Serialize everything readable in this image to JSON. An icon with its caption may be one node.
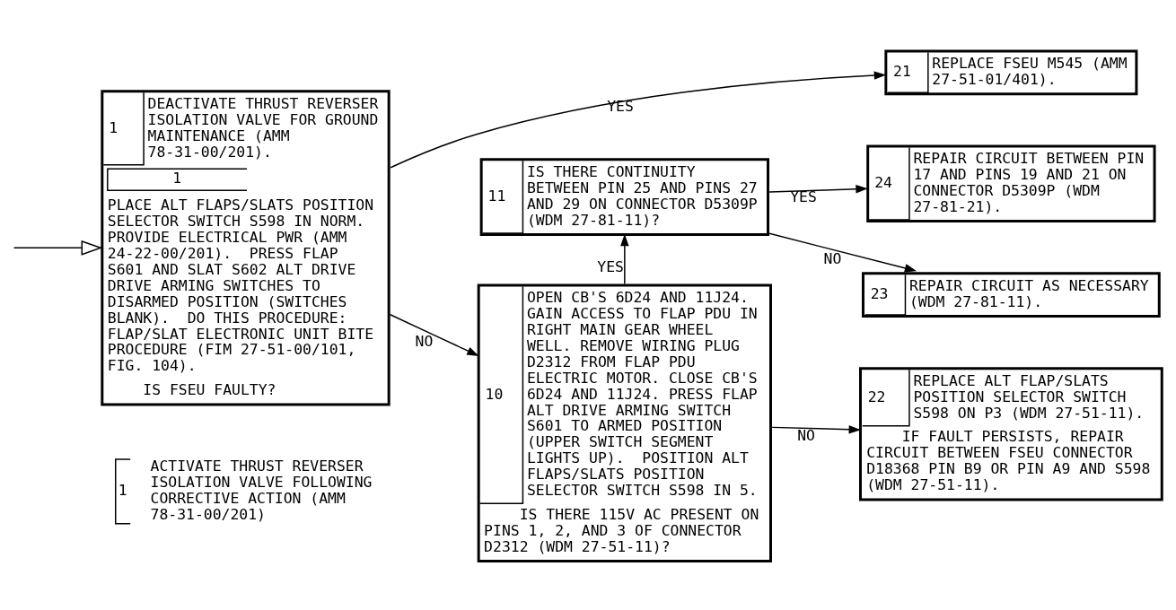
{
  "diagram": {
    "nodes": [
      {
        "text": [
          "1",
          "DEACTIVATE THRUST REVERSER ISOLATION VALVE FOR GROUND MAINTENANCE (AMM 78-31-00/201).",
          "1",
          "PLACE ALT FLAPS/SLATS POSITION SELECTOR SWITCH S598 IN NORM.  PROVIDE ELECTRICAL PWR (AMM 24-22-00/201).  PRESS FLAP S601 AND SLAT S602 ALT DRIVE DRIVE ARMING SWITCHES TO DISARMED POSITION (SWITCHES BLANK).  DO THIS PROCEDURE: FLAP/SLAT ELECTRONIC UNIT BITE PROCEDURE (FIM 27-51-00/101, FIG. 104).",
          "IS FSEU FAULTY?"
        ]
      },
      {
        "text": [
          "10",
          "OPEN CB'S 6D24 AND 11J24. GAIN ACCESS TO FLAP PDU IN RIGHT MAIN GEAR WHEEL WELL. REMOVE WIRING PLUG D2312 FROM FLAP PDU ELECTRIC MOTOR. CLOSE CB'S 6D24 AND 11J24. PRESS FLAP ALT DRIVE ARMING SWITCH S601 TO ARMED POSITION (UPPER SWITCH SEGMENT LIGHTS UP).  POSITION ALT FLAPS/SLATS POSITION SELECTOR SWITCH S598 IN 5.",
          "IS THERE 115V AC PRESENT ON PINS 1, 2, AND 3 OF CONNECTOR D2312 (WDM 27-51-11)?"
        ]
      },
      {
        "text": [
          "11",
          "IS THERE CONTINUITY BETWEEN PIN 25 AND PINS 27 AND 29 ON CONNECTOR D5309P (WDM 27-81-11)?"
        ]
      },
      {
        "text": [
          "21",
          "REPLACE FSEU M545 (AMM 27-51-01/401)."
        ]
      },
      {
        "text": [
          "22",
          "REPLACE ALT FLAP/SLATS POSITION SELECTOR SWITCH S598 ON P3 (WDM 27-51-11).",
          "IF FAULT PERSISTS, REPAIR CIRCUIT BETWEEN FSEU CONNECTOR D18368 PIN B9 OR PIN A9 AND S598 (WDM 27-51-11)."
        ]
      },
      {
        "text": [
          "23",
          "REPAIR CIRCUIT AS NECESSARY (WDM 27-81-11)."
        ]
      },
      {
        "text": [
          "24",
          "REPAIR CIRCUIT BETWEEN PIN 17 AND PINS 19 AND 21 ON CONNECTOR D5309P (WDM 27-81-21)."
        ]
      }
    ],
    "edges": [
      {
        "from": null,
        "to": 0,
        "arrow": "to"
      },
      {
        "from": 0,
        "to": 3,
        "arrow": "to",
        "label": "YES"
      },
      {
        "from": 0,
        "to": 1,
        "arrow": "to",
        "label": "NO"
      },
      {
        "from": 1,
        "to": 4,
        "arrow": "to",
        "label": "NO"
      },
      {
        "from": 1,
        "to": 2,
        "arrow": "to",
        "label": "YES"
      },
      {
        "from": 2,
        "to": 5,
        "arrow": "to",
        "label": "NO"
      },
      {
        "from": 2,
        "to": 6,
        "arrow": "to",
        "label": "YES"
      }
    ],
    "labels": [
      "1",
      "ACTIVATE THRUST REVERSER ISOLATION VALVE FOLLOWING CORRECTIVE ACTION (AMM 78-31-00/201)"
    ]
  }
}
